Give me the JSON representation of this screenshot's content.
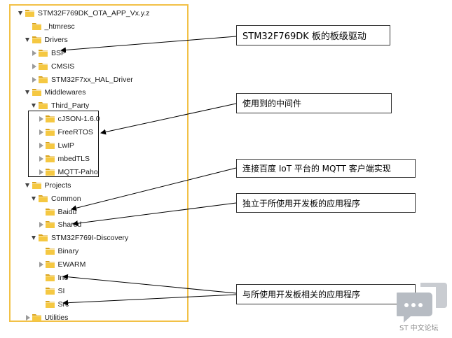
{
  "tree": {
    "items": [
      {
        "label": "STM32F769DK_OTA_APP_Vx.y.z",
        "level": 0,
        "expander": "expanded"
      },
      {
        "label": "_htmresc",
        "level": 1,
        "expander": "none"
      },
      {
        "label": "Drivers",
        "level": 1,
        "expander": "expanded"
      },
      {
        "label": "BSP",
        "level": 2,
        "expander": "collapsed"
      },
      {
        "label": "CMSIS",
        "level": 2,
        "expander": "collapsed"
      },
      {
        "label": "STM32F7xx_HAL_Driver",
        "level": 2,
        "expander": "collapsed"
      },
      {
        "label": "Middlewares",
        "level": 1,
        "expander": "expanded"
      },
      {
        "label": "Third_Party",
        "level": 2,
        "expander": "expanded"
      },
      {
        "label": "cJSON-1.6.0",
        "level": 3,
        "expander": "collapsed"
      },
      {
        "label": "FreeRTOS",
        "level": 3,
        "expander": "collapsed"
      },
      {
        "label": "LwIP",
        "level": 3,
        "expander": "collapsed"
      },
      {
        "label": "mbedTLS",
        "level": 3,
        "expander": "collapsed"
      },
      {
        "label": "MQTT-Paho",
        "level": 3,
        "expander": "collapsed"
      },
      {
        "label": "Projects",
        "level": 1,
        "expander": "expanded"
      },
      {
        "label": "Common",
        "level": 2,
        "expander": "expanded"
      },
      {
        "label": "Baidu",
        "level": 3,
        "expander": "none"
      },
      {
        "label": "Shared",
        "level": 3,
        "expander": "collapsed"
      },
      {
        "label": "STM32F769I-Discovery",
        "level": 2,
        "expander": "expanded"
      },
      {
        "label": "Binary",
        "level": 3,
        "expander": "none"
      },
      {
        "label": "EWARM",
        "level": 3,
        "expander": "collapsed"
      },
      {
        "label": "Inc",
        "level": 3,
        "expander": "none"
      },
      {
        "label": "SI",
        "level": 3,
        "expander": "none"
      },
      {
        "label": "Src",
        "level": 3,
        "expander": "none"
      },
      {
        "label": "Utilities",
        "level": 1,
        "expander": "collapsed"
      }
    ]
  },
  "callouts": {
    "bsp": "STM32F769DK 板的板级驱动",
    "middleware": "使用到的中间件",
    "baidu": "连接百度 IoT 平台的 MQTT 客户端实现",
    "shared": "独立于所使用开发板的应用程序",
    "board_app": "与所使用开发板相关的应用程序"
  },
  "watermark": {
    "text": "ST 中文论坛"
  },
  "colors": {
    "tree_border": "#f2c146",
    "folder_fill": "#f5c842",
    "folder_dark": "#d9a21b"
  }
}
